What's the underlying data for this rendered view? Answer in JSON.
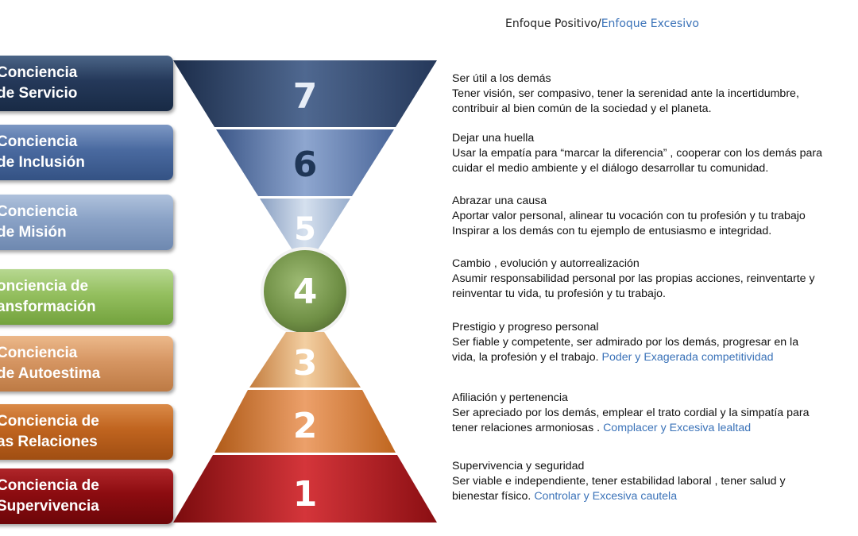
{
  "header": {
    "positive": "Enfoque Positivo",
    "separator": "/",
    "excessive": "Enfoque Excesivo"
  },
  "colors": {
    "servicio": "#1f3350",
    "inclusion": "#3f5f94",
    "mision": "#7d96bb",
    "transformacion": "#8fba58",
    "autoestima": "#d2915a",
    "relaciones": "#bc5e19",
    "supervivencia": "#8a0a0e",
    "accent_blue": "#3a72b8"
  },
  "levels": [
    {
      "line1": "Conciencia",
      "line2": "de Servicio"
    },
    {
      "line1": "Conciencia",
      "line2": "de Inclusión"
    },
    {
      "line1": "Conciencia",
      "line2": "de Misión"
    },
    {
      "line1": "onciencia de",
      "line2": "ansformación"
    },
    {
      "line1": "Conciencia",
      "line2": "de Autoestima"
    },
    {
      "line1": "Conciencia de",
      "line2": "as Relaciones"
    },
    {
      "line1": "Conciencia de",
      "line2": "Supervivencia"
    }
  ],
  "numbers": [
    "7",
    "6",
    "5",
    "4",
    "3",
    "2",
    "1"
  ],
  "descriptions": [
    {
      "title": "Ser útil a los demás",
      "body": "Tener  visión, ser compasivo, tener la serenidad ante la incertidumbre,\n contribuir al bien común de la sociedad y el planeta.",
      "excess": ""
    },
    {
      "title": "Dejar una huella",
      "body": "Usar la empatía para  “marcar la diferencia” , cooperar con los demás para\ncuidar el medio ambiente y el diálogo desarrollar tu comunidad.",
      "excess": ""
    },
    {
      "title": " Abrazar una causa",
      "body": "Aportar valor personal,  alinear  tu vocación con  tu profesión y tu trabajo\nInspirar a los demás con tu ejemplo de entusiasmo e integridad.",
      "excess": ""
    },
    {
      "title": "Cambio , evolución y autorrealización",
      "body": "Asumir responsabilidad personal por las propias acciones, reinventarte  y\nreinventar tu vida, tu profesión y tu trabajo.",
      "excess": ""
    },
    {
      "title": "Prestigio y progreso personal",
      "body": "Ser fiable y competente, ser admirado por los demás, progresar en la\nvida, la profesión y el trabajo. ",
      "excess": "Poder y Exagerada competitividad"
    },
    {
      "title": "Afiliación y pertenencia",
      "body": "Ser apreciado por los demás, emplear el trato cordial y la simpatía  para\ntener relaciones armoniosas . ",
      "excess": "Complacer y  Excesiva lealtad"
    },
    {
      "title": "Supervivencia y  seguridad",
      "body": "Ser viable e independiente,  tener estabilidad laboral , tener salud y\nbienestar físico. ",
      "excess": "Controlar y Excesiva cautela"
    }
  ]
}
